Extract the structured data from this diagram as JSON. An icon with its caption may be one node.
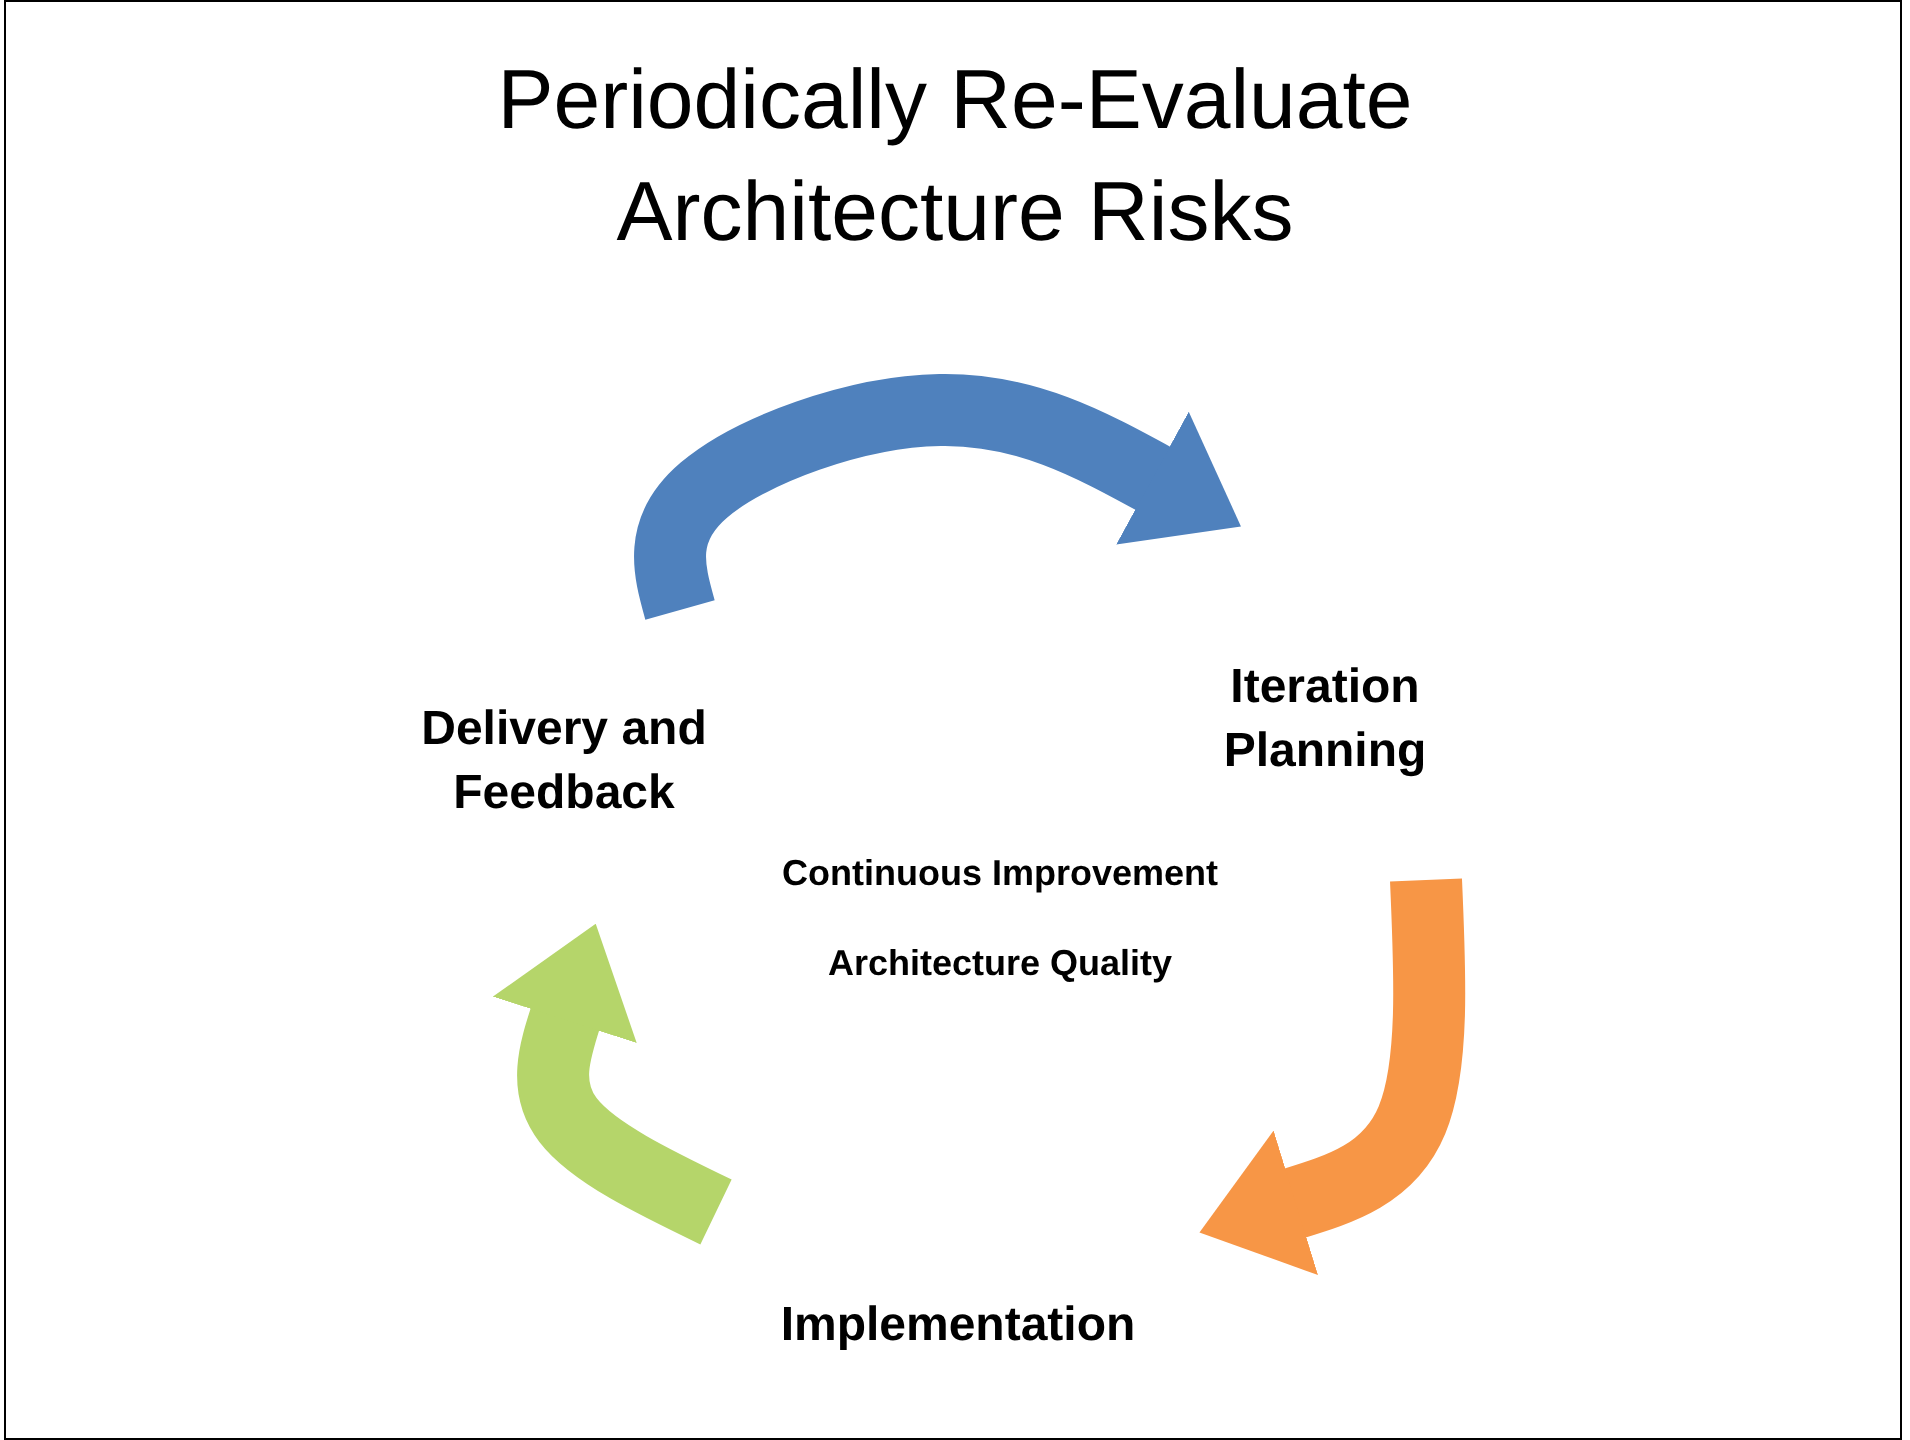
{
  "diagram": {
    "title": "Periodically Re-Evaluate Architecture Risks",
    "nodes": [
      {
        "text": [
          "Delivery and Feedback"
        ]
      },
      {
        "text": [
          "Iteration Planning"
        ]
      },
      {
        "text": [
          "Implementation"
        ]
      }
    ],
    "edges": [
      {
        "from": 0,
        "to": 1,
        "arrow": "to",
        "color": "#4f81bd"
      },
      {
        "from": 1,
        "to": 2,
        "arrow": "to",
        "color": "#f79646"
      },
      {
        "from": 2,
        "to": 0,
        "arrow": "to",
        "color": "#b5d56a"
      }
    ],
    "labels": [
      "Continuous Improvement",
      "Architecture Quality"
    ]
  }
}
